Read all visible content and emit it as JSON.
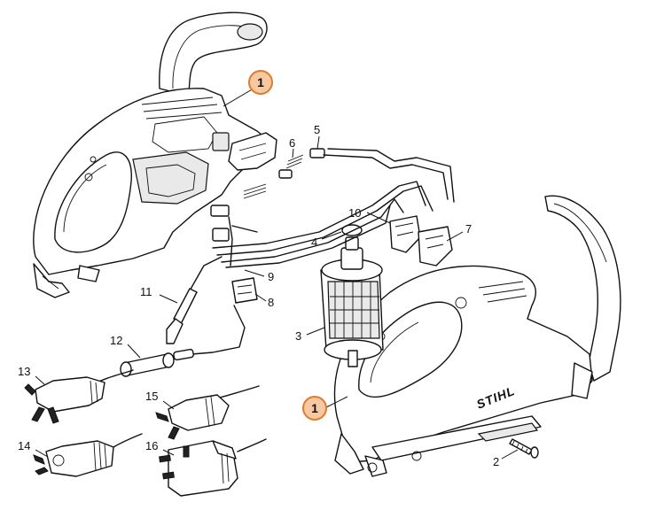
{
  "brand_text": "STIHL",
  "callout_color": "#e07b2a",
  "callout_fill": "#f6c9a3",
  "parts": [
    {
      "id": "part-1-upper",
      "label": "1",
      "highlight": true
    },
    {
      "id": "part-1-lower",
      "label": "1",
      "highlight": true
    },
    {
      "id": "part-2",
      "label": "2",
      "highlight": false
    },
    {
      "id": "part-3",
      "label": "3",
      "highlight": false
    },
    {
      "id": "part-4",
      "label": "4",
      "highlight": false
    },
    {
      "id": "part-5",
      "label": "5",
      "highlight": false
    },
    {
      "id": "part-6",
      "label": "6",
      "highlight": false
    },
    {
      "id": "part-7",
      "label": "7",
      "highlight": false
    },
    {
      "id": "part-8",
      "label": "8",
      "highlight": false
    },
    {
      "id": "part-9",
      "label": "9",
      "highlight": false
    },
    {
      "id": "part-10",
      "label": "10",
      "highlight": false
    },
    {
      "id": "part-11",
      "label": "11",
      "highlight": false
    },
    {
      "id": "part-12",
      "label": "12",
      "highlight": false
    },
    {
      "id": "part-13",
      "label": "13",
      "highlight": false
    },
    {
      "id": "part-14",
      "label": "14",
      "highlight": false
    },
    {
      "id": "part-15",
      "label": "15",
      "highlight": false
    },
    {
      "id": "part-16",
      "label": "16",
      "highlight": false
    }
  ]
}
